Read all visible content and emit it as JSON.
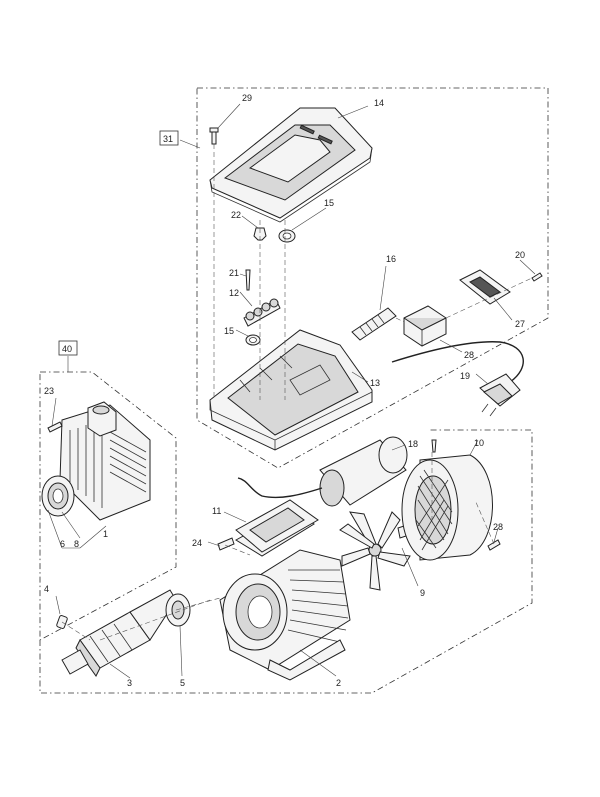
{
  "callouts": {
    "c1": "1",
    "c2": "2",
    "c3": "3",
    "c4": "4",
    "c5": "5",
    "c6": "6",
    "c8": "8",
    "c9": "9",
    "c10": "10",
    "c11": "11",
    "c12": "12",
    "c13": "13",
    "c14": "14",
    "c15a": "15",
    "c15b": "15",
    "c16": "16",
    "c18": "18",
    "c19": "19",
    "c20": "20",
    "c21": "21",
    "c22": "22",
    "c23": "23",
    "c24": "24",
    "c27": "27",
    "c28a": "28",
    "c28b": "28",
    "c29": "29"
  },
  "boxed": {
    "b31": "31",
    "b40": "40"
  }
}
